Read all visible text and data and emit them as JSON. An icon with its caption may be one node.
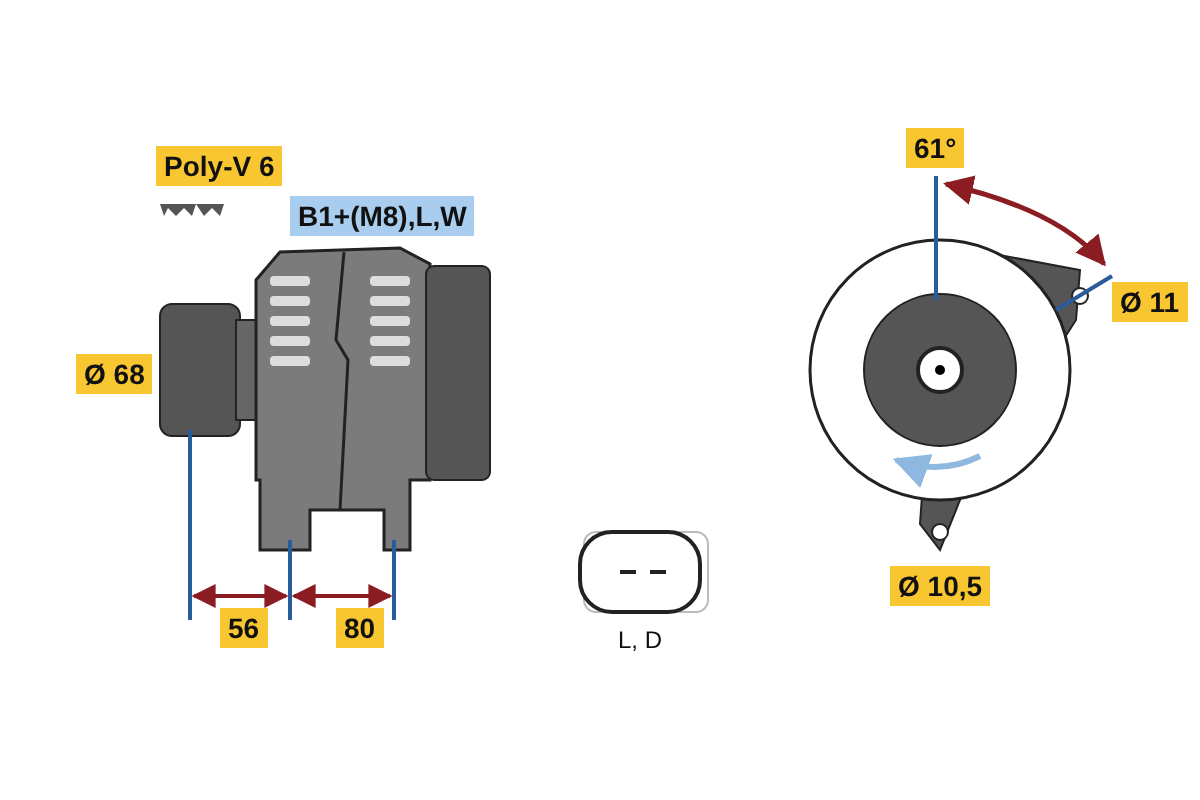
{
  "diagram": {
    "labels": [
      "61°",
      "Poly-V 6",
      "B1+(M8),L,W",
      "Ø 11",
      "Ø 68",
      "Ø 10,5",
      "56",
      "80",
      "L, D"
    ]
  }
}
